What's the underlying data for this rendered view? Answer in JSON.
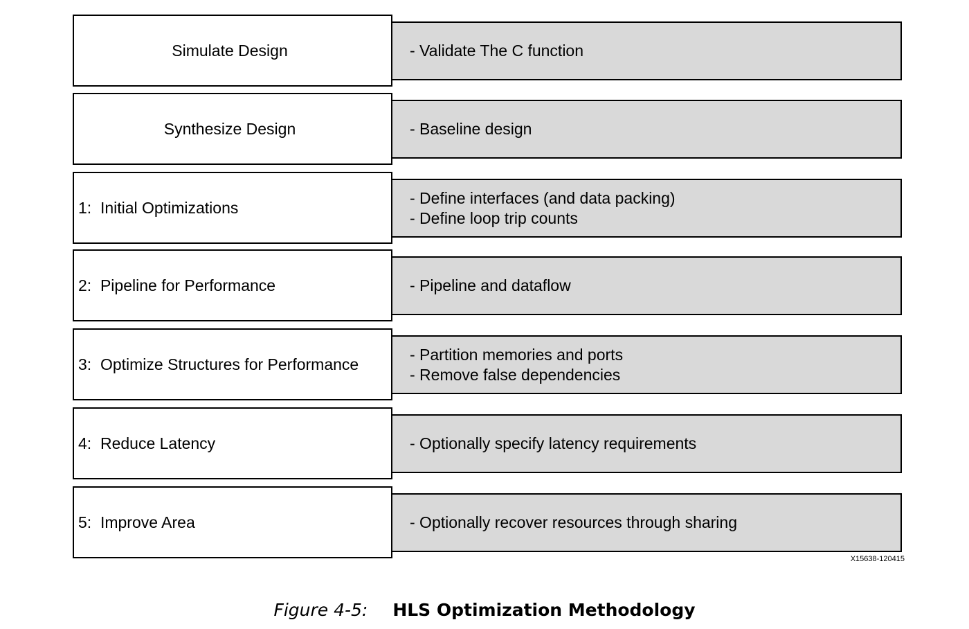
{
  "steps": [
    {
      "label": "Simulate Design",
      "centered": true,
      "details": [
        "- Validate The C function"
      ]
    },
    {
      "label": "Synthesize Design",
      "centered": true,
      "details": [
        "- Baseline design"
      ]
    },
    {
      "label": "1:  Initial Optimizations",
      "centered": false,
      "details": [
        "- Define interfaces (and data packing)",
        "- Define loop trip counts"
      ]
    },
    {
      "label": "2:  Pipeline for Performance",
      "centered": false,
      "details": [
        "- Pipeline and dataflow"
      ]
    },
    {
      "label": "3:  Optimize Structures for Performance",
      "centered": false,
      "details": [
        "- Partition memories and ports",
        "- Remove false dependencies"
      ]
    },
    {
      "label": "4:  Reduce Latency",
      "centered": false,
      "details": [
        "- Optionally specify latency requirements"
      ]
    },
    {
      "label": "5:  Improve Area",
      "centered": false,
      "details": [
        "- Optionally recover resources through sharing"
      ]
    }
  ],
  "figure_id": "X15638-120415",
  "caption": {
    "label": "Figure 4-5:",
    "title": "HLS Optimization Methodology"
  },
  "colors": {
    "detail_fill": "#d9d9d9",
    "border": "#000000"
  }
}
